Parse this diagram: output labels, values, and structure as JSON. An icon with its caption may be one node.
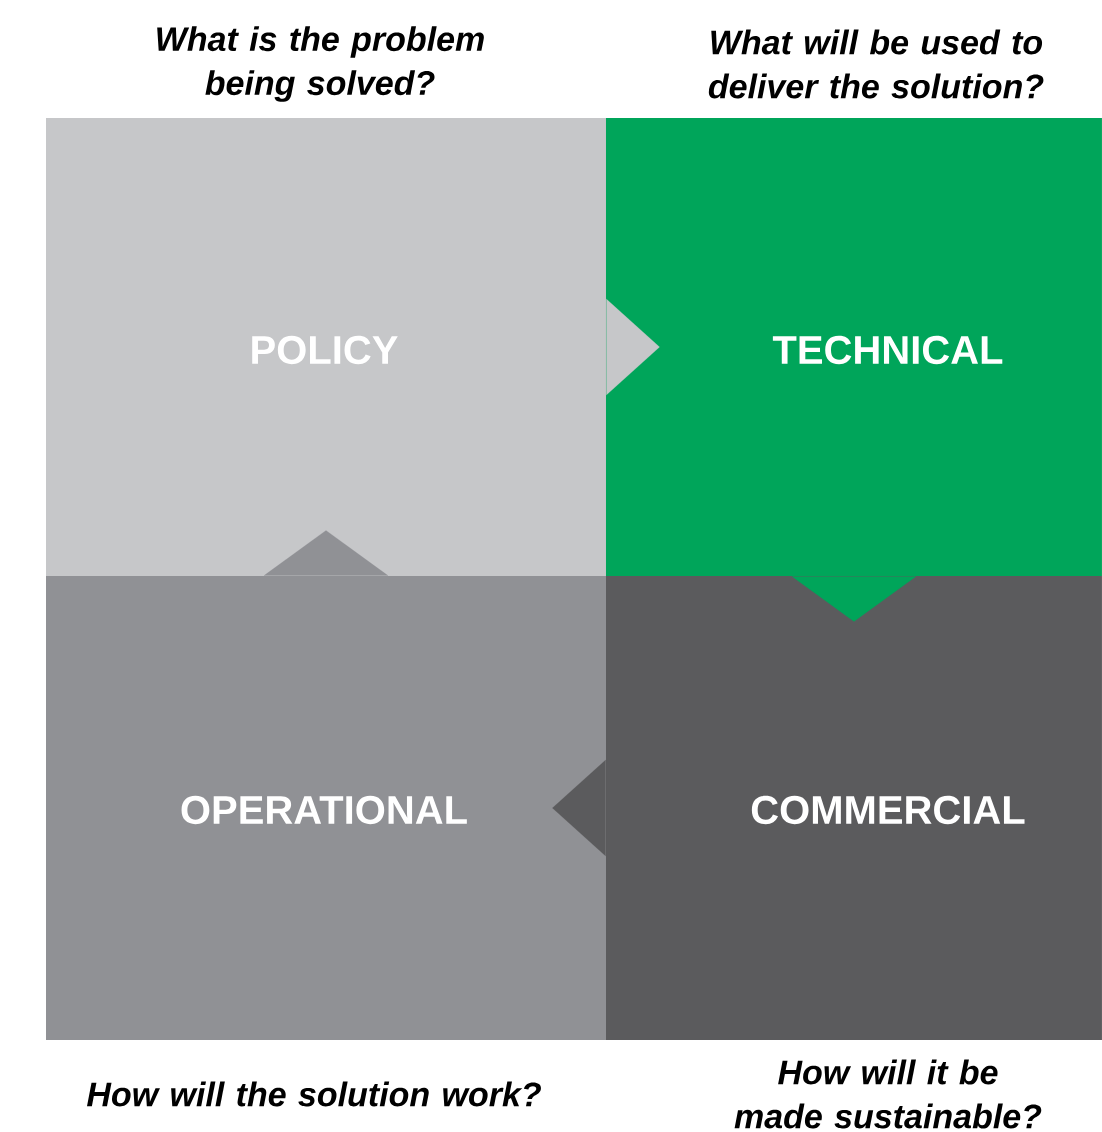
{
  "diagram": {
    "nodes": [
      {
        "text": [
          "POLICY"
        ],
        "beside": [
          "What is the problem being solved?"
        ]
      },
      {
        "text": [
          "TECHNICAL"
        ],
        "beside": [
          "What will be used to deliver the solution?"
        ]
      },
      {
        "text": [
          "OPERATIONAL"
        ],
        "beside": [
          "How will the solution work?"
        ]
      },
      {
        "text": [
          "COMMERCIAL"
        ],
        "beside": [
          "How will it be made sustainable?"
        ]
      }
    ],
    "edges": [
      {
        "from": 0,
        "to": 1,
        "arrow": "to"
      },
      {
        "from": 1,
        "to": 3,
        "arrow": "to"
      },
      {
        "from": 3,
        "to": 2,
        "arrow": "to"
      },
      {
        "from": 2,
        "to": 0,
        "arrow": "to"
      }
    ]
  }
}
